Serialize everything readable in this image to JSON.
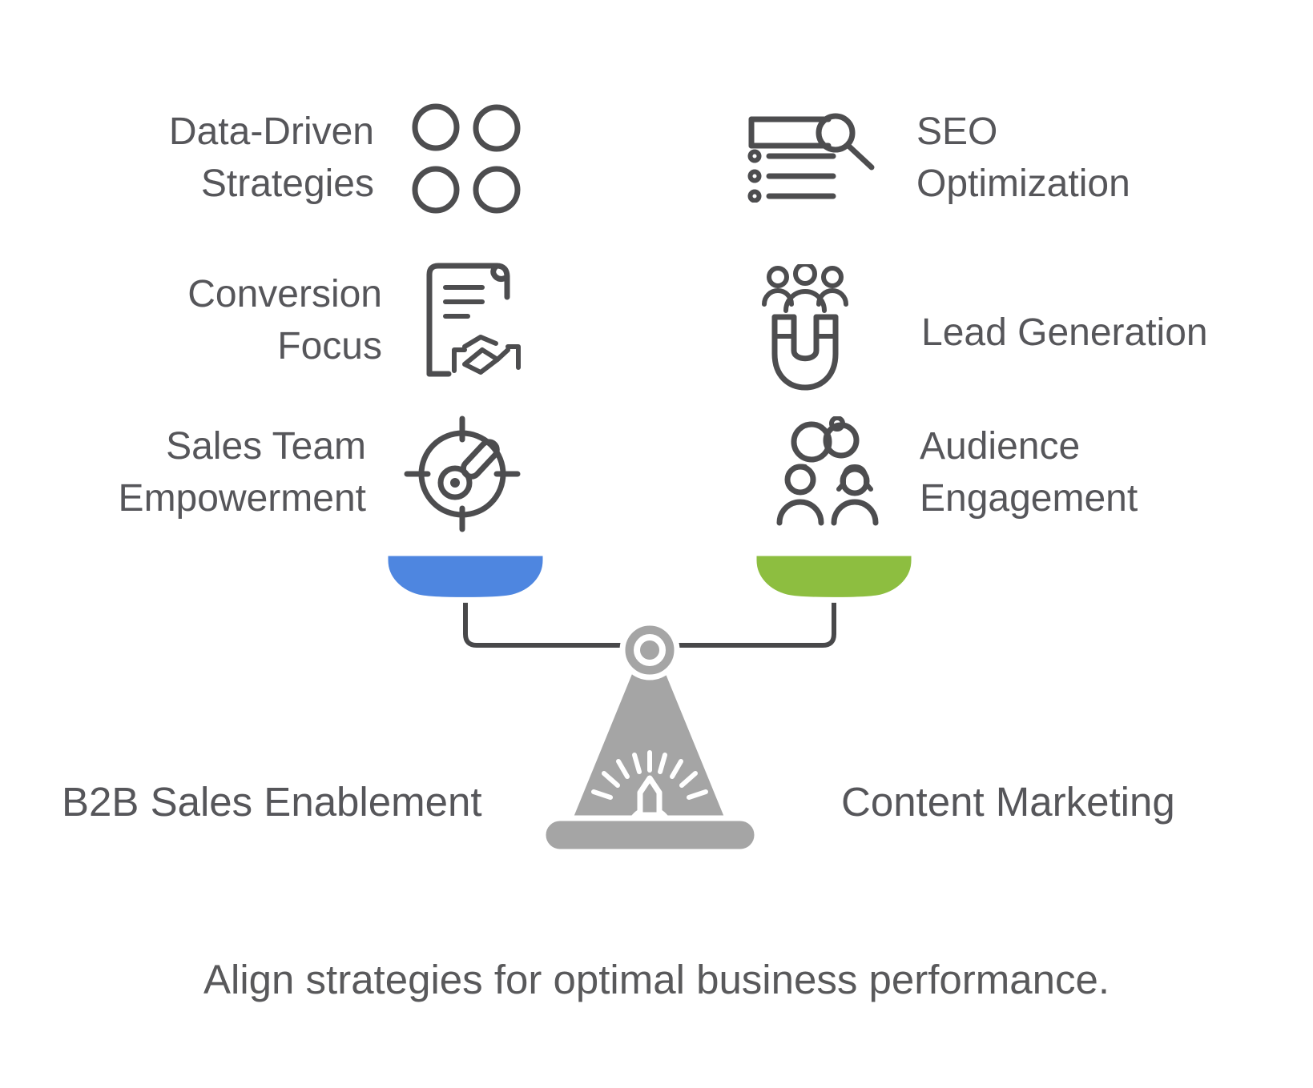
{
  "left": {
    "items": [
      {
        "label": "Data-Driven\nStrategies",
        "icon": "four-circles-icon"
      },
      {
        "label": "Conversion\nFocus",
        "icon": "contract-handshake-icon"
      },
      {
        "label": "Sales Team\nEmpowerment",
        "icon": "gauge-target-icon"
      }
    ],
    "pan_label": "B2B Sales Enablement"
  },
  "right": {
    "items": [
      {
        "label": "SEO\nOptimization",
        "icon": "list-search-icon"
      },
      {
        "label": "Lead Generation",
        "icon": "magnet-people-icon"
      },
      {
        "label": "Audience\nEngagement",
        "icon": "linked-rings-people-icon"
      }
    ],
    "pan_label": "Content Marketing"
  },
  "caption": "Align strategies for optimal business performance.",
  "scale": {
    "left_pan_color": "#4E86E0",
    "right_pan_color": "#8DBE40",
    "body_color": "#A5A5A5",
    "beam_color": "#48484A"
  }
}
